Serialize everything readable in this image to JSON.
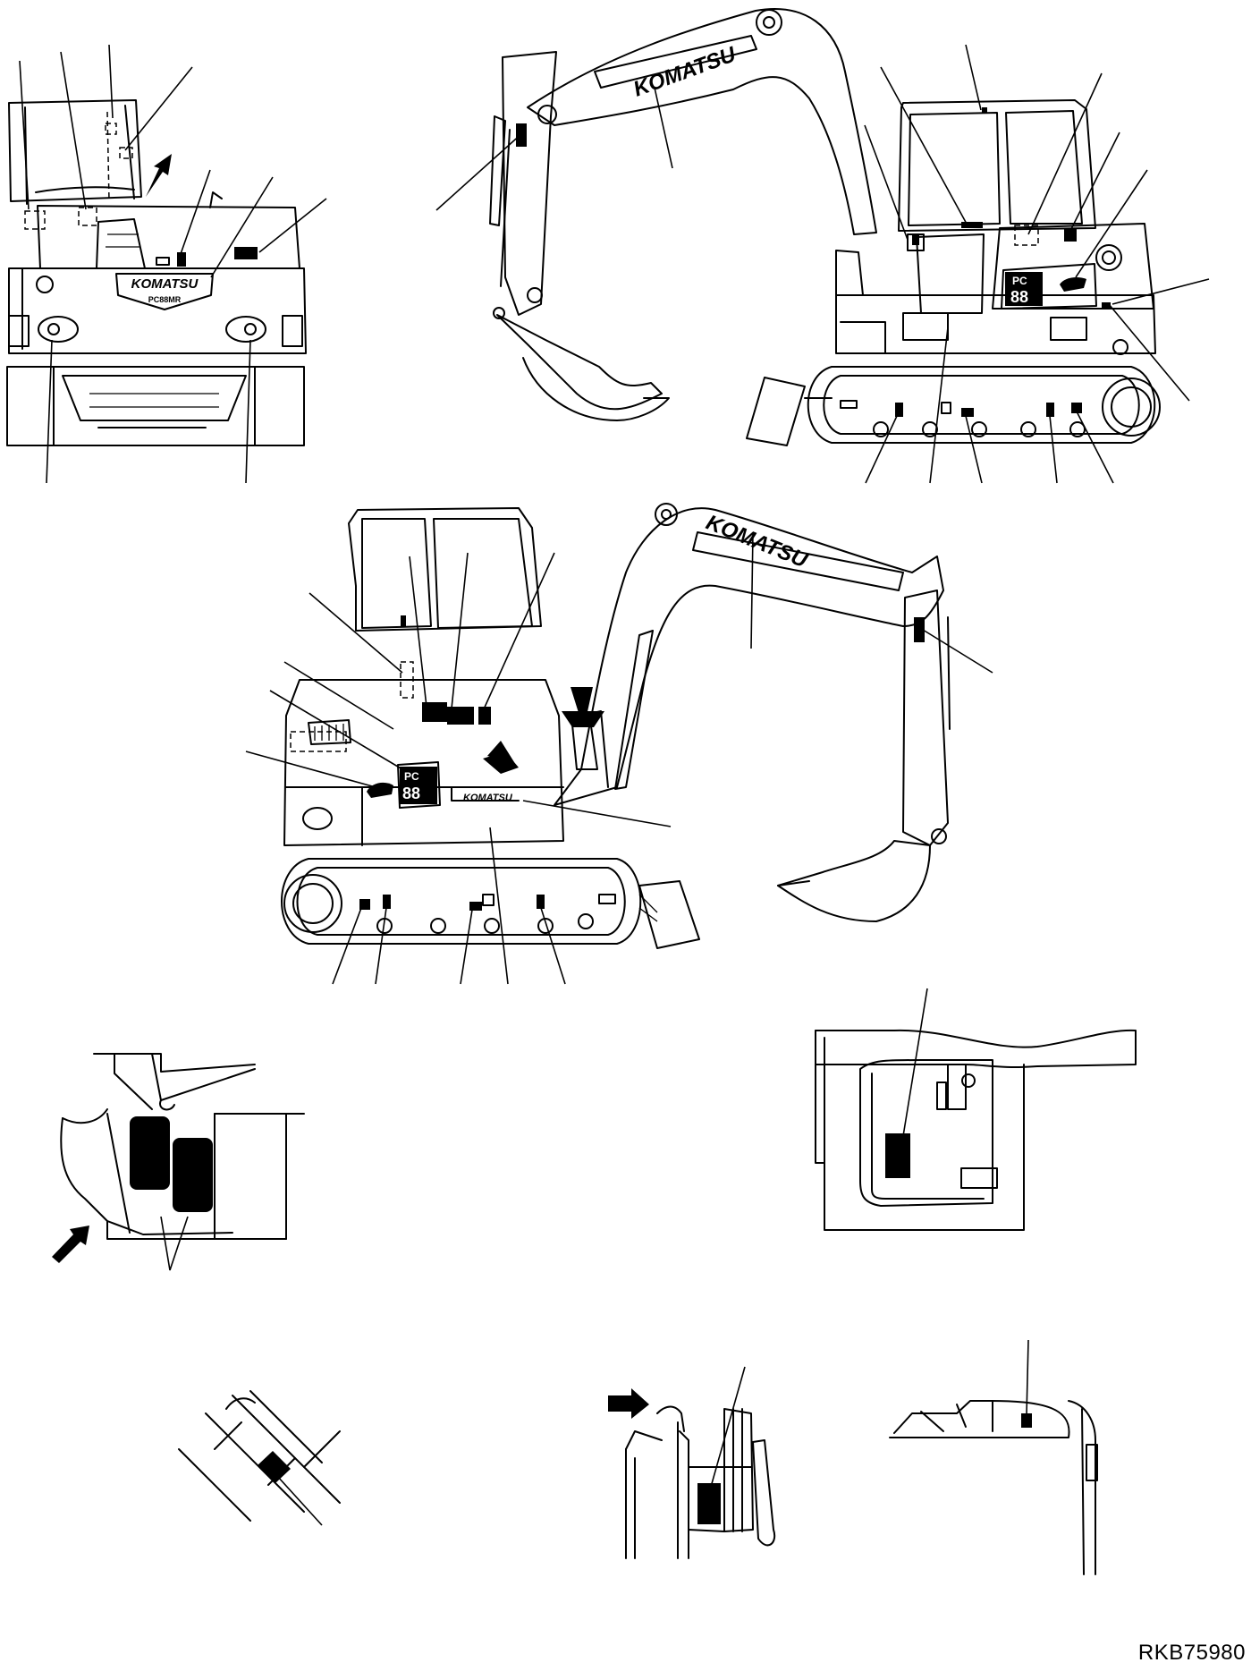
{
  "brand": "KOMATSU",
  "brand_small": "KOMATSU",
  "model_prefix": "PC",
  "model_number": "88",
  "model_suffix": "MR",
  "rear_brand": "KOMATSU",
  "rear_model": "PC88MR",
  "reference_code": "RKB75980"
}
